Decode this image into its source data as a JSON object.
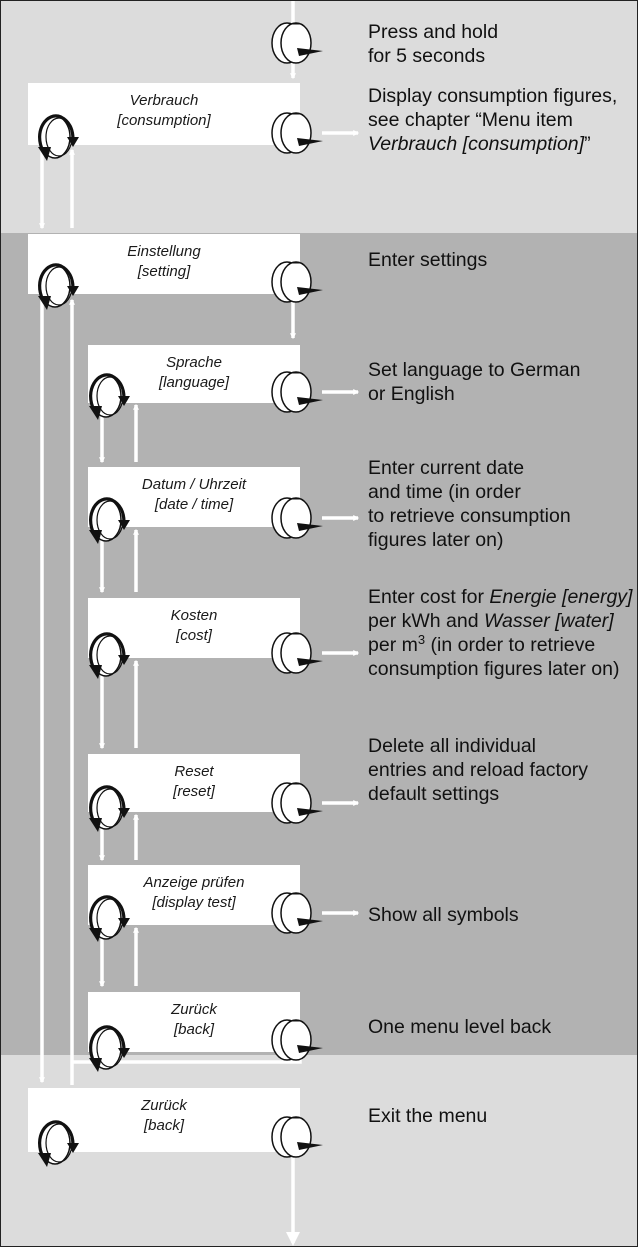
{
  "colors": {
    "light_band": "#dcdcdc",
    "dark_band": "#b2b2b2",
    "box_fill": "#ffffff",
    "arrow": "#ffffff",
    "text": "#111111"
  },
  "top_instruction": {
    "lines": [
      "Press and hold",
      "for 5 seconds"
    ],
    "icon": "push-knob-icon"
  },
  "bottom_exit_icon": "arrow-down-icon",
  "menu": [
    {
      "id": "verbrauch",
      "box_lines": [
        "Verbrauch",
        "[consumption]"
      ],
      "left_icon": "rotate-knob-icon",
      "right_icon": "push-knob-icon",
      "description": [
        [
          {
            "t": "Display consumption figures,"
          }
        ],
        [
          {
            "t": "see chapter “Menu item"
          }
        ],
        [
          {
            "t": "Verbrauch [consumption]",
            "i": true
          },
          {
            "t": "”"
          }
        ]
      ]
    },
    {
      "id": "einstellung",
      "box_lines": [
        "Einstellung",
        "[setting]"
      ],
      "left_icon": "rotate-knob-icon",
      "right_icon": "push-knob-icon",
      "description": [
        [
          {
            "t": "Enter settings"
          }
        ]
      ]
    },
    {
      "id": "sprache",
      "box_lines": [
        "Sprache",
        "[language]"
      ],
      "left_icon": "rotate-knob-icon",
      "right_icon": "push-knob-icon",
      "description": [
        [
          {
            "t": "Set language to German"
          }
        ],
        [
          {
            "t": "or English"
          }
        ]
      ]
    },
    {
      "id": "datum",
      "box_lines": [
        "Datum / Uhrzeit",
        "[date / time]"
      ],
      "left_icon": "rotate-knob-icon",
      "right_icon": "push-knob-icon",
      "description": [
        [
          {
            "t": "Enter current date"
          }
        ],
        [
          {
            "t": "and time (in order"
          }
        ],
        [
          {
            "t": "to retrieve consumption"
          }
        ],
        [
          {
            "t": "figures later on)"
          }
        ]
      ]
    },
    {
      "id": "kosten",
      "box_lines": [
        "Kosten",
        "[cost]"
      ],
      "left_icon": "rotate-knob-icon",
      "right_icon": "push-knob-icon",
      "description": [
        [
          {
            "t": "Enter cost for "
          },
          {
            "t": "Energie [energy]",
            "i": true
          }
        ],
        [
          {
            "t": "per kWh and "
          },
          {
            "t": "Wasser [water]",
            "i": true
          }
        ],
        [
          {
            "t": "per m"
          },
          {
            "t": "3",
            "sup": true
          },
          {
            "t": " (in order to retrieve"
          }
        ],
        [
          {
            "t": "consumption figures later on)"
          }
        ]
      ]
    },
    {
      "id": "reset",
      "box_lines": [
        "Reset",
        "[reset]"
      ],
      "left_icon": "rotate-knob-icon",
      "right_icon": "push-knob-icon",
      "description": [
        [
          {
            "t": "Delete all individual"
          }
        ],
        [
          {
            "t": "entries and reload factory"
          }
        ],
        [
          {
            "t": "default settings"
          }
        ]
      ]
    },
    {
      "id": "anzeige",
      "box_lines": [
        "Anzeige prüfen",
        "[display test]"
      ],
      "left_icon": "rotate-knob-icon",
      "right_icon": "push-knob-icon",
      "description": [
        [
          {
            "t": "Show all symbols"
          }
        ]
      ]
    },
    {
      "id": "zurueck-sub",
      "box_lines": [
        "Zurück",
        "[back]"
      ],
      "left_icon": "rotate-knob-icon",
      "right_icon": "push-knob-icon",
      "description": [
        [
          {
            "t": "One menu level back"
          }
        ]
      ]
    },
    {
      "id": "zurueck-main",
      "box_lines": [
        "Zurück",
        "[back]"
      ],
      "left_icon": "rotate-knob-icon",
      "right_icon": "push-knob-icon",
      "description": [
        [
          {
            "t": "Exit the menu"
          }
        ]
      ]
    }
  ]
}
